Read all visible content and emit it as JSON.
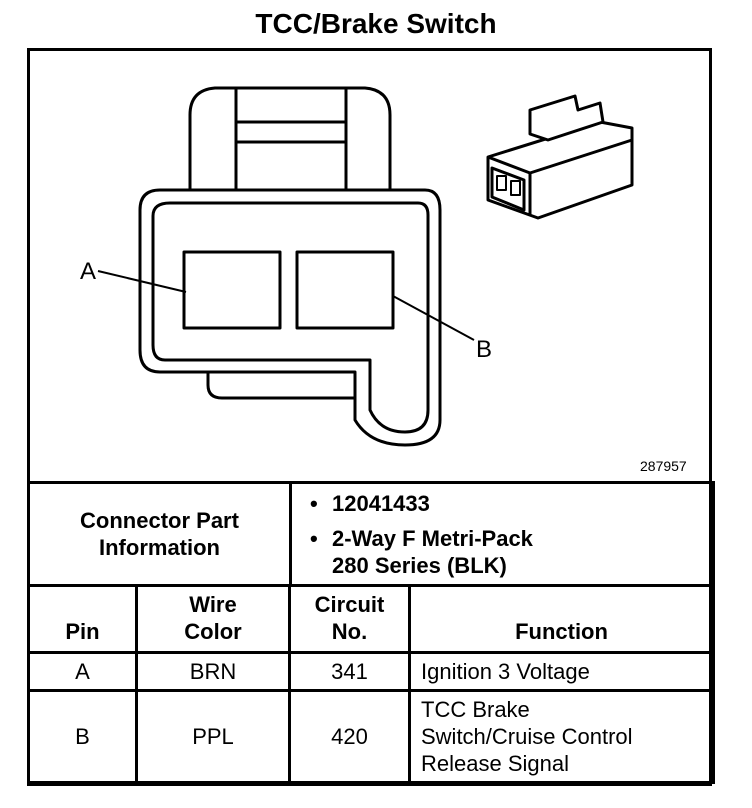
{
  "title": "TCC/Brake Switch",
  "figure_number": "287957",
  "pin_labels": {
    "a": "A",
    "b": "B"
  },
  "connector_info": {
    "label_line1": "Connector Part",
    "label_line2": "Information",
    "bullet": "•",
    "part_number": "12041433",
    "description_line1": "2-Way F Metri-Pack",
    "description_line2": "280 Series (BLK)"
  },
  "pin_table": {
    "headers": {
      "pin": "Pin",
      "wire_color_line1": "Wire",
      "wire_color_line2": "Color",
      "circuit_line1": "Circuit",
      "circuit_line2": "No.",
      "function": "Function"
    },
    "rows": [
      {
        "pin": "A",
        "wire_color": "BRN",
        "circuit": "341",
        "function": [
          "Ignition 3 Voltage"
        ]
      },
      {
        "pin": "B",
        "wire_color": "PPL",
        "circuit": "420",
        "function": [
          "TCC Brake",
          "Switch/Cruise Control",
          "Release Signal"
        ]
      }
    ]
  }
}
